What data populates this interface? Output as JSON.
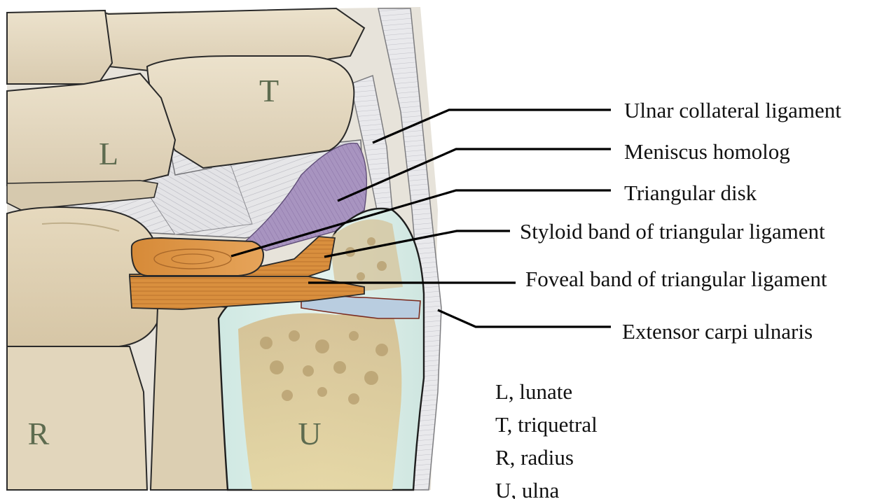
{
  "bone_labels": {
    "lunate": "L",
    "triquetral": "T",
    "radius": "R",
    "ulna": "U"
  },
  "callouts": [
    "Ulnar collateral ligament",
    "Meniscus homolog",
    "Triangular disk",
    "Styloid band of triangular ligament",
    "Foveal band of triangular ligament",
    "Extensor carpi ulnaris"
  ],
  "legend": [
    "L, lunate",
    "T, triquetral",
    "R, radius",
    "U, ulna"
  ],
  "colors": {
    "bone": "#e8dcc4",
    "bone_shadow": "#cdbfa3",
    "ligament": "#e4e4e6",
    "meniscus": "#a590bd",
    "disk": "#d98f3e",
    "ulna_cortex": "#d4ece6",
    "marrow": "#d8c088",
    "label_text": "#5d6b4f"
  }
}
